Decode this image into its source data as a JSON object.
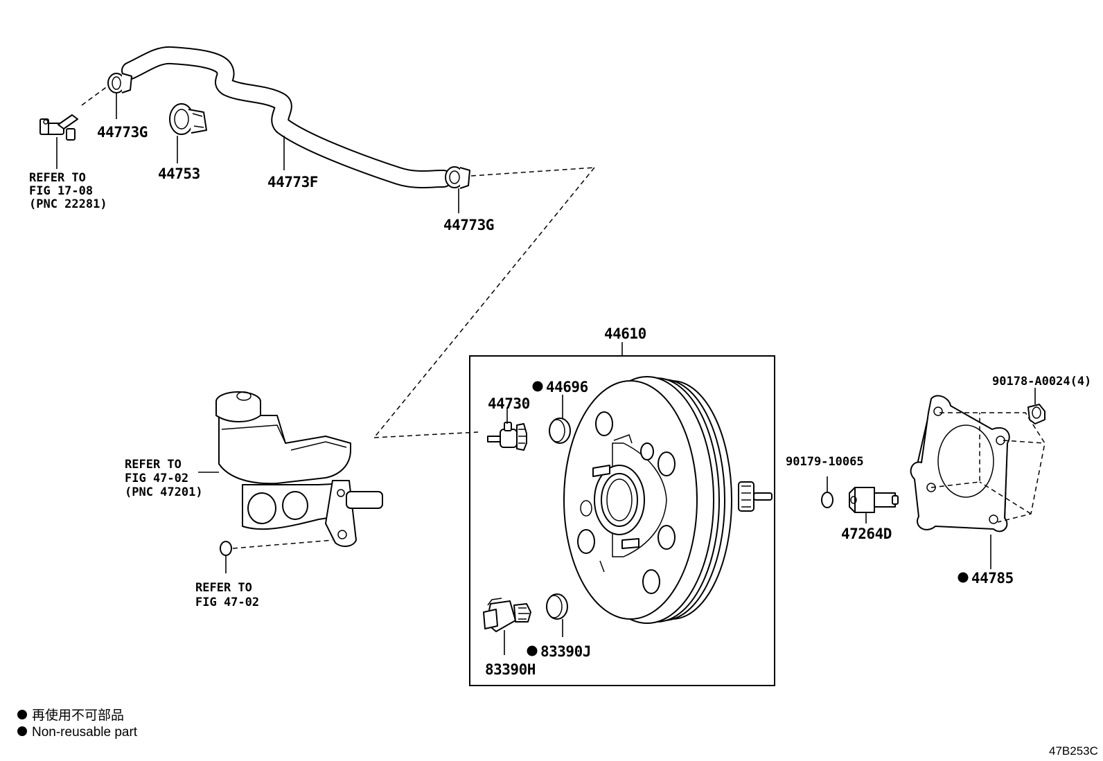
{
  "diagram_code": "47B253C",
  "parts": {
    "clamp_upper_left": "44773G",
    "hose_clamp": "44753",
    "vacuum_hose": "44773F",
    "clamp_upper_right": "44773G",
    "brake_booster_assy": "44610",
    "seal_check_valve": "44696",
    "check_valve": "44730",
    "vacuum_sensor": "83390H",
    "vacuum_sensor_grommet": "83390J",
    "nut": "90178-A0024(4)",
    "pin": "90179-10065",
    "clevis": "47264D",
    "gasket": "44785"
  },
  "references": {
    "ref_17_08": [
      "REFER TO",
      "FIG 17-08",
      "(PNC 22281)"
    ],
    "ref_47_02_pnc": [
      "REFER TO",
      "FIG 47-02",
      "(PNC 47201)"
    ],
    "ref_47_02": [
      "REFER TO",
      "FIG 47-02"
    ]
  },
  "legend": {
    "japanese": "再使用不可部品",
    "english": "Non-reusable part"
  }
}
